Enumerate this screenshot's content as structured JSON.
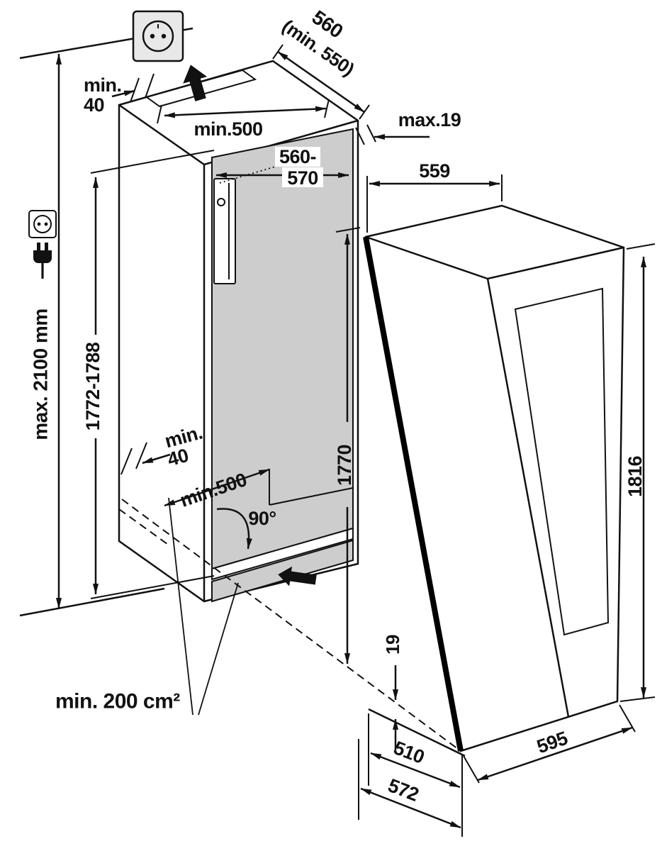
{
  "title": "Built-in appliance niche installation diagram",
  "colors": {
    "niche_gray": "#cdcdcd",
    "line": "#111111"
  },
  "dimensions": {
    "niche_top_width": "560",
    "niche_top_width_min": "(min. 550)",
    "top_rear_gap_l1": "min.",
    "top_rear_gap_l2": "40",
    "top_vent_depth": "min.500",
    "top_panel_thickness": "max.19",
    "niche_width_l1": "560-",
    "niche_width_l2": "570",
    "appliance_top_depth": "559",
    "overall_height": "max. 2100 mm",
    "niche_height": "1772-1788",
    "bottom_rear_gap_l1": "min.",
    "bottom_rear_gap_l2": "40",
    "bottom_vent_depth": "min.500",
    "door_opening_angle": "90°",
    "niche_inner_height": "1770",
    "vent_cross_section": "min. 200 cm²",
    "door_panel_thickness": "19",
    "bottom_depth_inner": "510",
    "bottom_depth_outer": "572",
    "appliance_width": "595",
    "appliance_height": "1816"
  }
}
